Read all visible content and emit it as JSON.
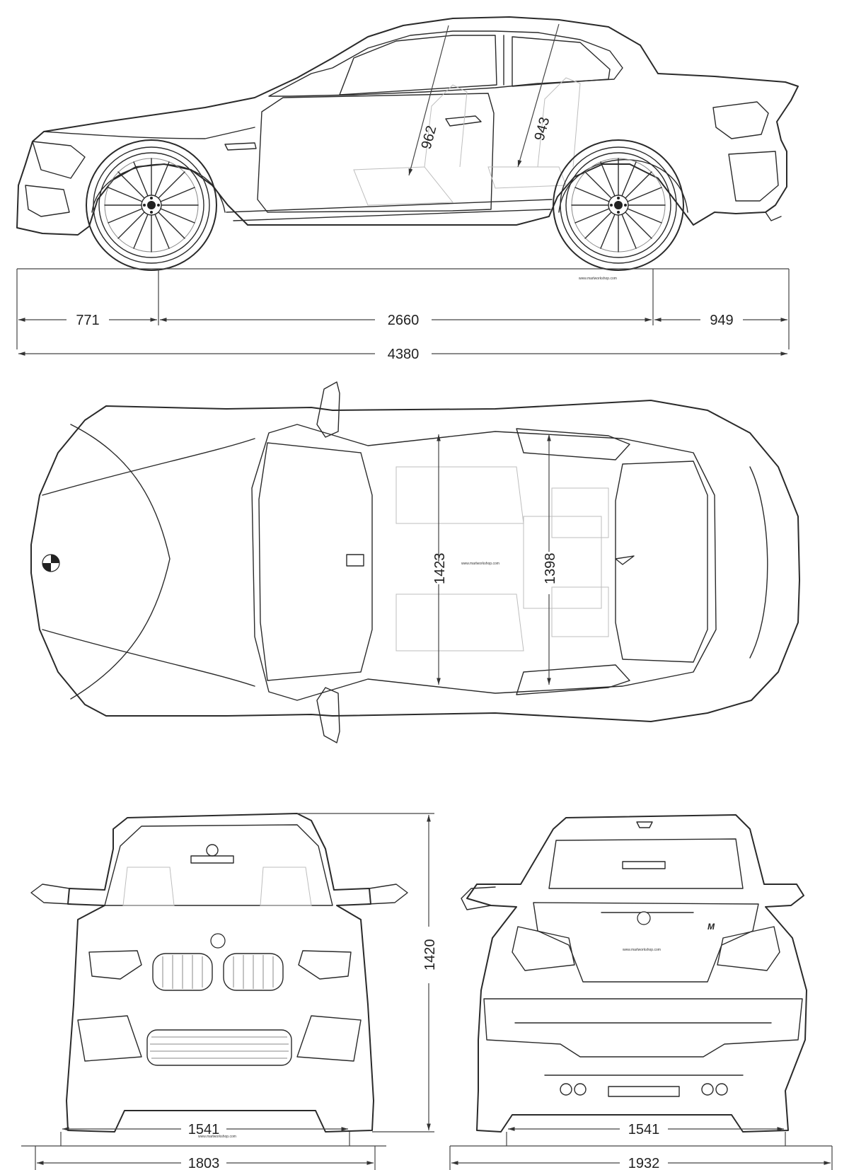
{
  "watermark": "www.marlworkshop.com",
  "side_view": {
    "dims": {
      "front_overhang": "771",
      "wheelbase": "2660",
      "rear_overhang": "949",
      "overall_length": "4380"
    },
    "seat_front_headroom": "962",
    "seat_rear_headroom": "943"
  },
  "top_view": {
    "front_interior_width": "1423",
    "rear_interior_width": "1398"
  },
  "front_view": {
    "height": "1420",
    "front_track": "1541",
    "overall_width": "1803"
  },
  "rear_view": {
    "rear_track": "1541",
    "width_with_mirrors": "1932",
    "model_badge": "M"
  }
}
